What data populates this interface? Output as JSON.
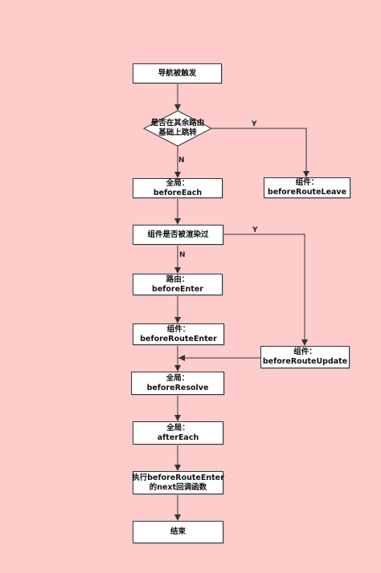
{
  "nodes": {
    "start": {
      "line1": "导航被触发"
    },
    "reuse_check": {
      "line1": "是否在其余路由",
      "line2": "基础上跳转"
    },
    "global_before_each": {
      "line1": "全局：",
      "line2": "beforeEach"
    },
    "component_before_route_leave": {
      "line1": "组件：",
      "line2": "beforeRouteLeave"
    },
    "rendered_check": {
      "line1": "组件是否被渲染过"
    },
    "route_before_enter": {
      "line1": "路由：",
      "line2": "beforeEnter"
    },
    "component_before_route_enter": {
      "line1": "组件：",
      "line2": "beforeRouteEnter"
    },
    "component_before_route_update": {
      "line1": "组件：",
      "line2": "beforeRouteUpdate"
    },
    "global_before_resolve": {
      "line1": "全局：",
      "line2": "beforeResolve"
    },
    "global_after_each": {
      "line1": "全局：",
      "line2": "afterEach"
    },
    "exec_next_callback": {
      "line1": "执行beforeRouteEnter",
      "line2": "的next回调函数"
    },
    "end": {
      "line1": "结束"
    }
  },
  "edge_labels": {
    "reuse_yes": "Y",
    "reuse_no": "N",
    "rendered_yes": "Y",
    "rendered_no": "N"
  },
  "colors": {
    "background": "#ffcccc",
    "node_fill": "#ffffff",
    "stroke": "#333333"
  }
}
